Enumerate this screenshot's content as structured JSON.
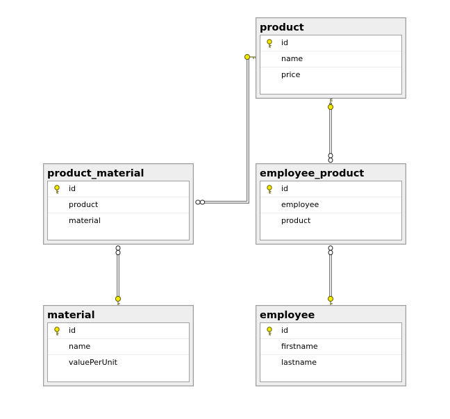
{
  "tables": {
    "product": {
      "title": "product",
      "columns": [
        {
          "name": "id",
          "pk": true
        },
        {
          "name": "name",
          "pk": false
        },
        {
          "name": "price",
          "pk": false
        }
      ]
    },
    "product_material": {
      "title": "product_material",
      "columns": [
        {
          "name": "id",
          "pk": true
        },
        {
          "name": "product",
          "pk": false
        },
        {
          "name": "material",
          "pk": false
        }
      ]
    },
    "employee_product": {
      "title": "employee_product",
      "columns": [
        {
          "name": "id",
          "pk": true
        },
        {
          "name": "employee",
          "pk": false
        },
        {
          "name": "product",
          "pk": false
        }
      ]
    },
    "material": {
      "title": "material",
      "columns": [
        {
          "name": "id",
          "pk": true
        },
        {
          "name": "name",
          "pk": false
        },
        {
          "name": "valuePerUnit",
          "pk": false
        }
      ]
    },
    "employee": {
      "title": "employee",
      "columns": [
        {
          "name": "id",
          "pk": true
        },
        {
          "name": "firstname",
          "pk": false
        },
        {
          "name": "lastname",
          "pk": false
        }
      ]
    }
  },
  "relationships": [
    {
      "from": "product_material",
      "to": "product",
      "from_end": "many",
      "to_end": "one"
    },
    {
      "from": "employee_product",
      "to": "product",
      "from_end": "many",
      "to_end": "one"
    },
    {
      "from": "product_material",
      "to": "material",
      "from_end": "many",
      "to_end": "one"
    },
    {
      "from": "employee_product",
      "to": "employee",
      "from_end": "many",
      "to_end": "one"
    }
  ],
  "colors": {
    "key": "#f2e600",
    "key_outline": "#6b6200",
    "line": "#8a8a8a",
    "header": "#eeeeee",
    "border": "#9a9a9a"
  },
  "icons": {
    "primary_key": "key-icon",
    "many_end": "infinity-icon",
    "one_end": "key-icon"
  }
}
